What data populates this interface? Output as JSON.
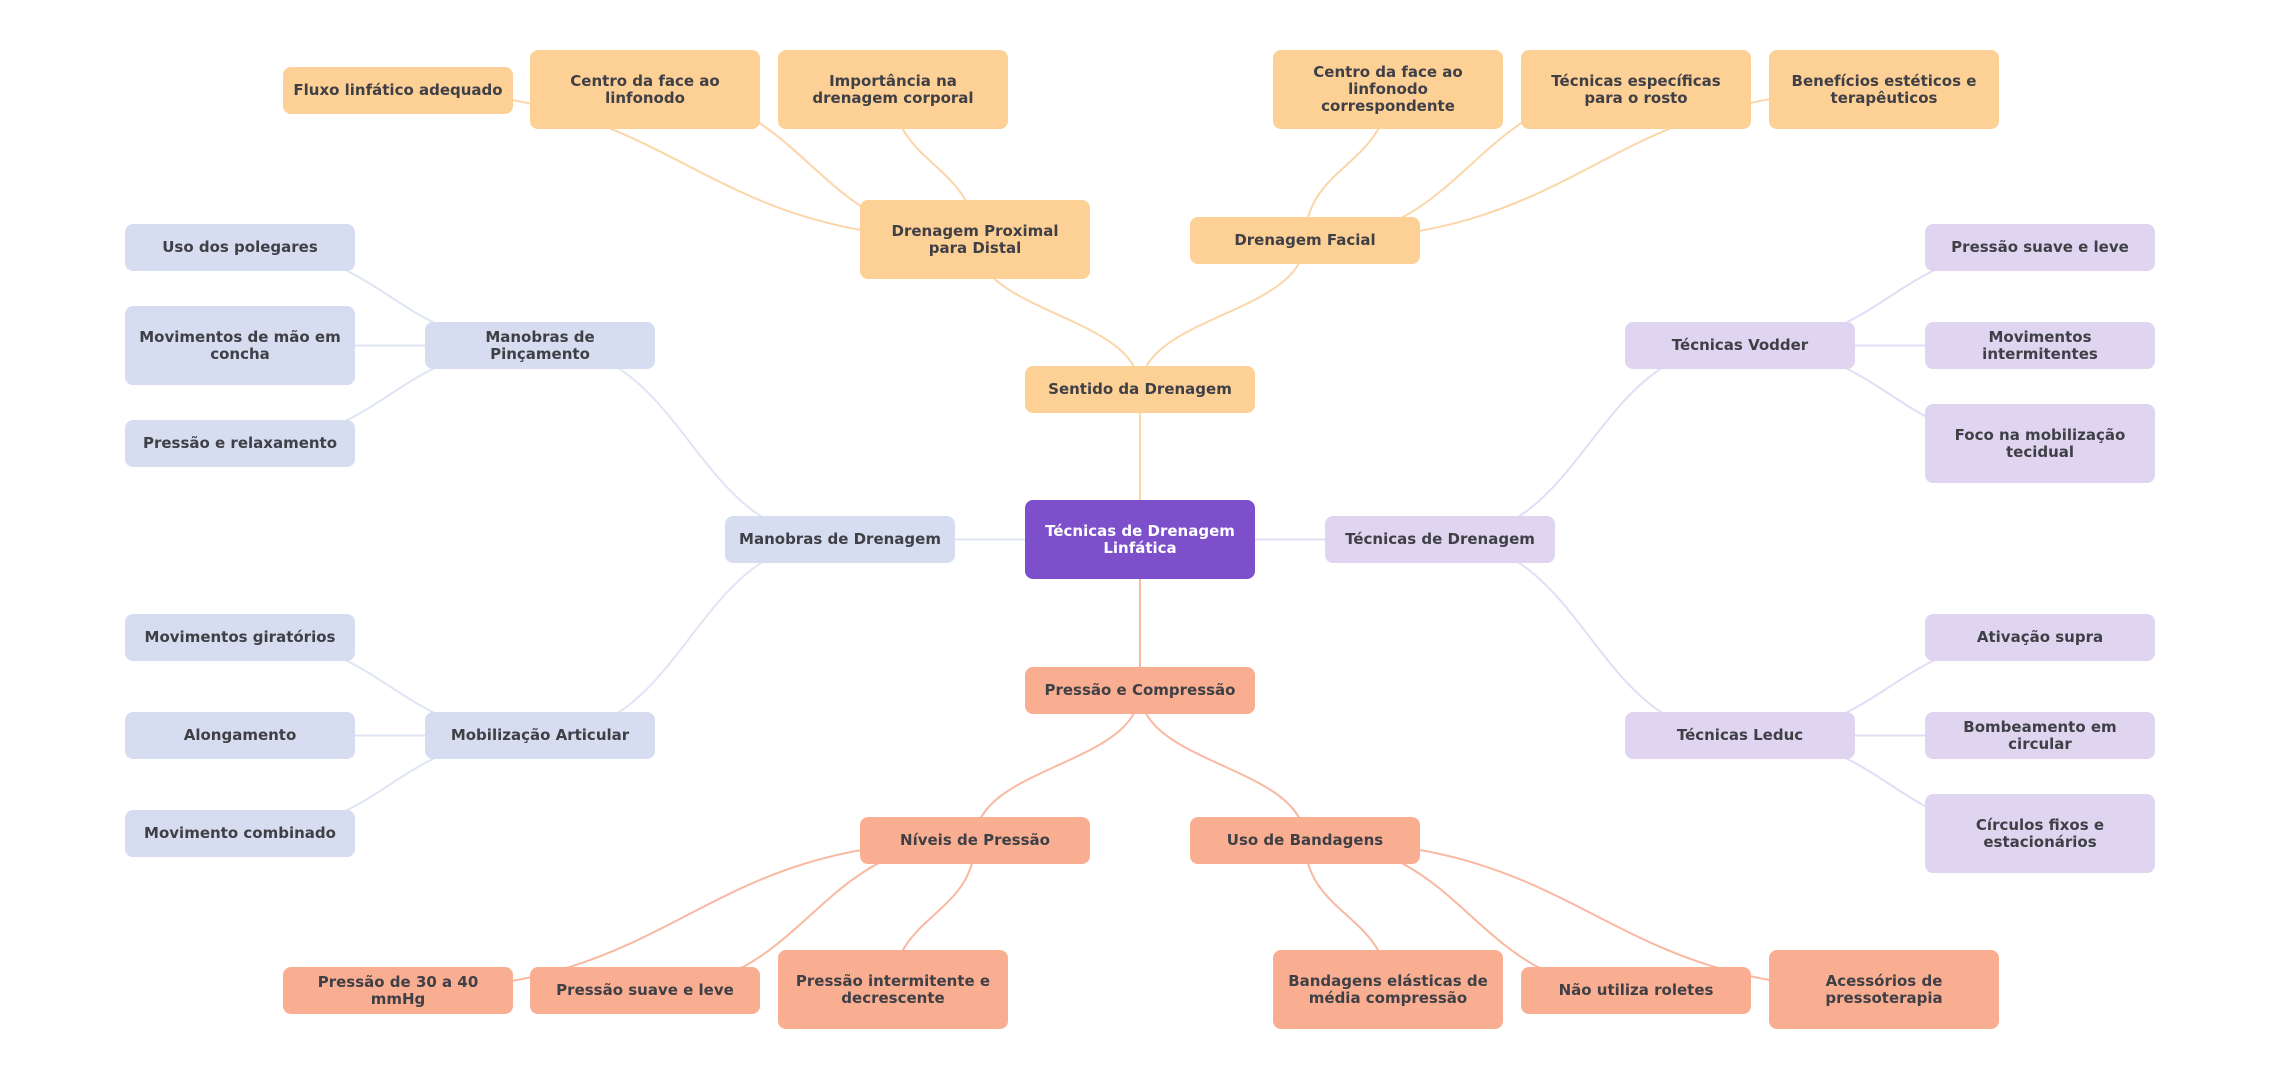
{
  "title": "Técnicas de Drenagem Linfática",
  "colors": {
    "root": "#7e4fcb",
    "orange": "#fdd096",
    "orange_line": "#fcd5a8",
    "blue": "#d6ddf1",
    "blue_line": "#dfe5f5",
    "lavender": "#dfd5f1",
    "lavender_line": "#e4dcf5",
    "salmon": "#f9ae91",
    "salmon_line": "#f8b9a0"
  },
  "nodes": [
    {
      "id": "root",
      "label": "Técnicas de Drenagem Linfática",
      "color": "root",
      "parent": null
    },
    {
      "id": "sentido",
      "label": "Sentido da Drenagem",
      "color": "orange",
      "parent": "root"
    },
    {
      "id": "proximal",
      "label": "Drenagem Proximal para Distal",
      "color": "orange",
      "parent": "sentido"
    },
    {
      "id": "fluxo",
      "label": "Fluxo linfático adequado",
      "color": "orange",
      "parent": "proximal"
    },
    {
      "id": "centro_face",
      "label": "Centro da face ao linfonodo",
      "color": "orange",
      "parent": "proximal"
    },
    {
      "id": "importancia",
      "label": "Importância na drenagem corporal",
      "color": "orange",
      "parent": "proximal"
    },
    {
      "id": "facial",
      "label": "Drenagem Facial",
      "color": "orange",
      "parent": "sentido"
    },
    {
      "id": "centro_face_corr",
      "label": "Centro da face ao linfonodo correspondente",
      "color": "orange",
      "parent": "facial"
    },
    {
      "id": "tecnicas_rosto",
      "label": "Técnicas específicas para o rosto",
      "color": "orange",
      "parent": "facial"
    },
    {
      "id": "beneficios",
      "label": "Benefícios estéticos e terapêuticos",
      "color": "orange",
      "parent": "facial"
    },
    {
      "id": "manobras",
      "label": "Manobras de Drenagem",
      "color": "blue",
      "parent": "root"
    },
    {
      "id": "pincamento",
      "label": "Manobras de Pinçamento",
      "color": "blue",
      "parent": "manobras"
    },
    {
      "id": "polegares",
      "label": "Uso dos polegares",
      "color": "blue",
      "parent": "pincamento"
    },
    {
      "id": "mao_concha",
      "label": "Movimentos de mão em concha",
      "color": "blue",
      "parent": "pincamento"
    },
    {
      "id": "pressao_relax",
      "label": "Pressão e relaxamento",
      "color": "blue",
      "parent": "pincamento"
    },
    {
      "id": "mobilizacao",
      "label": "Mobilização Articular",
      "color": "blue",
      "parent": "manobras"
    },
    {
      "id": "giratorios",
      "label": "Movimentos giratórios",
      "color": "blue",
      "parent": "mobilizacao"
    },
    {
      "id": "alongamento",
      "label": "Alongamento",
      "color": "blue",
      "parent": "mobilizacao"
    },
    {
      "id": "combinado",
      "label": "Movimento combinado",
      "color": "blue",
      "parent": "mobilizacao"
    },
    {
      "id": "tecnicas",
      "label": "Técnicas de Drenagem",
      "color": "lavender",
      "parent": "root"
    },
    {
      "id": "vodder",
      "label": "Técnicas Vodder",
      "color": "lavender",
      "parent": "tecnicas"
    },
    {
      "id": "suave_leve_v",
      "label": "Pressão suave e leve",
      "color": "lavender",
      "parent": "vodder"
    },
    {
      "id": "intermitentes",
      "label": "Movimentos intermitentes",
      "color": "lavender",
      "parent": "vodder"
    },
    {
      "id": "foco_tecidual",
      "label": "Foco na mobilização tecidual",
      "color": "lavender",
      "parent": "vodder"
    },
    {
      "id": "leduc",
      "label": "Técnicas Leduc",
      "color": "lavender",
      "parent": "tecnicas"
    },
    {
      "id": "ativacao",
      "label": "Ativação supra",
      "color": "lavender",
      "parent": "leduc"
    },
    {
      "id": "bombeamento",
      "label": "Bombeamento em circular",
      "color": "lavender",
      "parent": "leduc"
    },
    {
      "id": "circulos",
      "label": "Círculos fixos e estacionários",
      "color": "lavender",
      "parent": "leduc"
    },
    {
      "id": "pressao",
      "label": "Pressão e Compressão",
      "color": "salmon",
      "parent": "root"
    },
    {
      "id": "niveis",
      "label": "Níveis de Pressão",
      "color": "salmon",
      "parent": "pressao"
    },
    {
      "id": "mmhg",
      "label": "Pressão de 30 a 40 mmHg",
      "color": "salmon",
      "parent": "niveis"
    },
    {
      "id": "suave_leve_p",
      "label": "Pressão suave e leve",
      "color": "salmon",
      "parent": "niveis"
    },
    {
      "id": "intermitente_decr",
      "label": "Pressão intermitente e decrescente",
      "color": "salmon",
      "parent": "niveis"
    },
    {
      "id": "bandagens",
      "label": "Uso de Bandagens",
      "color": "salmon",
      "parent": "pressao"
    },
    {
      "id": "elasticas",
      "label": "Bandagens elásticas de média compressão",
      "color": "salmon",
      "parent": "bandagens"
    },
    {
      "id": "roletes",
      "label": "Não utiliza roletes",
      "color": "salmon",
      "parent": "bandagens"
    },
    {
      "id": "pressoterapia",
      "label": "Acessórios de pressoterapia",
      "color": "salmon",
      "parent": "bandagens"
    }
  ]
}
